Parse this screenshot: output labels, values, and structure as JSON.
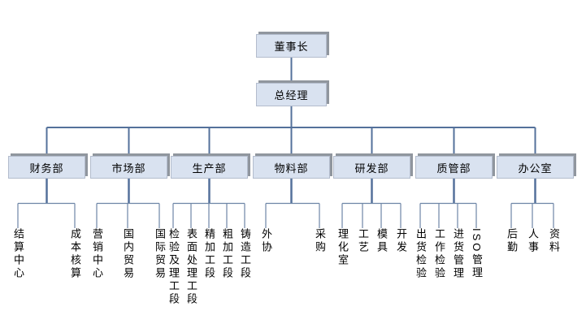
{
  "diagram": {
    "title": "company-org-chart",
    "root": "董事长",
    "general_manager": "总经理",
    "departments": [
      {
        "label": "财务部",
        "children": [
          "结算中心",
          "成本核算"
        ]
      },
      {
        "label": "市场部",
        "children": [
          "营销中心",
          "国内贸易",
          "国际贸易"
        ]
      },
      {
        "label": "生产部",
        "children": [
          "检验及理工段",
          "表面处理工段",
          "精加工段",
          "粗加工段",
          "铸造工段"
        ]
      },
      {
        "label": "物料部",
        "children": [
          "外协",
          "采购"
        ]
      },
      {
        "label": "研发部",
        "children": [
          "理化室",
          "工艺",
          "模具",
          "开发"
        ]
      },
      {
        "label": "质管部",
        "children": [
          "出货检验",
          "工作检验",
          "进货管理",
          "ISO管理"
        ]
      },
      {
        "label": "办公室",
        "children": [
          "后勤",
          "人事",
          "资料"
        ]
      }
    ],
    "colors": {
      "box_fill": "#d9e2f0",
      "box_border": "#b3bccd",
      "box_shadow": "#90969e",
      "connector": "#54719b",
      "connector_thin": "#6e86a6"
    }
  }
}
